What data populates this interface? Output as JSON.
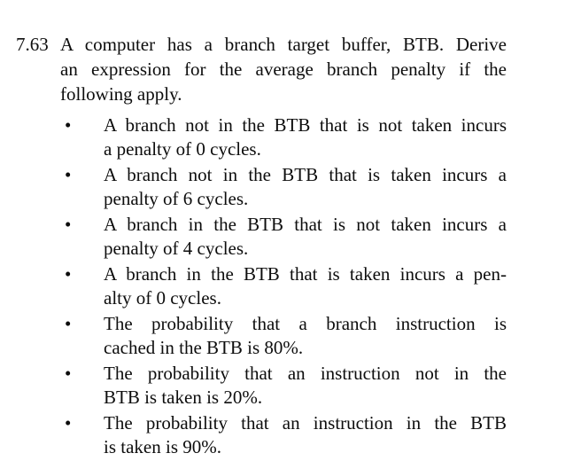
{
  "page": {
    "background_color": "#ffffff",
    "text_color": "#0d0d0d"
  },
  "glyphs": {
    "bullet": "•"
  },
  "problem": {
    "number": "7.63",
    "intro_lines": [
      "A computer has a branch target buffer, BTB. Derive",
      "an expression for the average branch penalty if the",
      "following apply."
    ],
    "bullets": [
      {
        "lines": [
          "A branch not in the BTB that is not taken incurs",
          "a penalty of 0 cycles."
        ]
      },
      {
        "lines": [
          "A branch not in the BTB that is taken incurs a",
          "penalty of 6 cycles."
        ]
      },
      {
        "lines": [
          "A branch in the BTB that is not taken incurs a",
          "penalty of 4 cycles."
        ]
      },
      {
        "lines": [
          "A branch in the BTB that is taken incurs a pen-",
          "alty of 0 cycles."
        ]
      },
      {
        "lines": [
          "The probability that a branch instruction is",
          "cached in the BTB is 80%."
        ]
      },
      {
        "lines": [
          "The probability that an instruction not in the",
          "BTB is taken is 20%."
        ]
      },
      {
        "lines": [
          "The probability that an instruction in the BTB",
          "is taken is 90%."
        ]
      }
    ]
  }
}
